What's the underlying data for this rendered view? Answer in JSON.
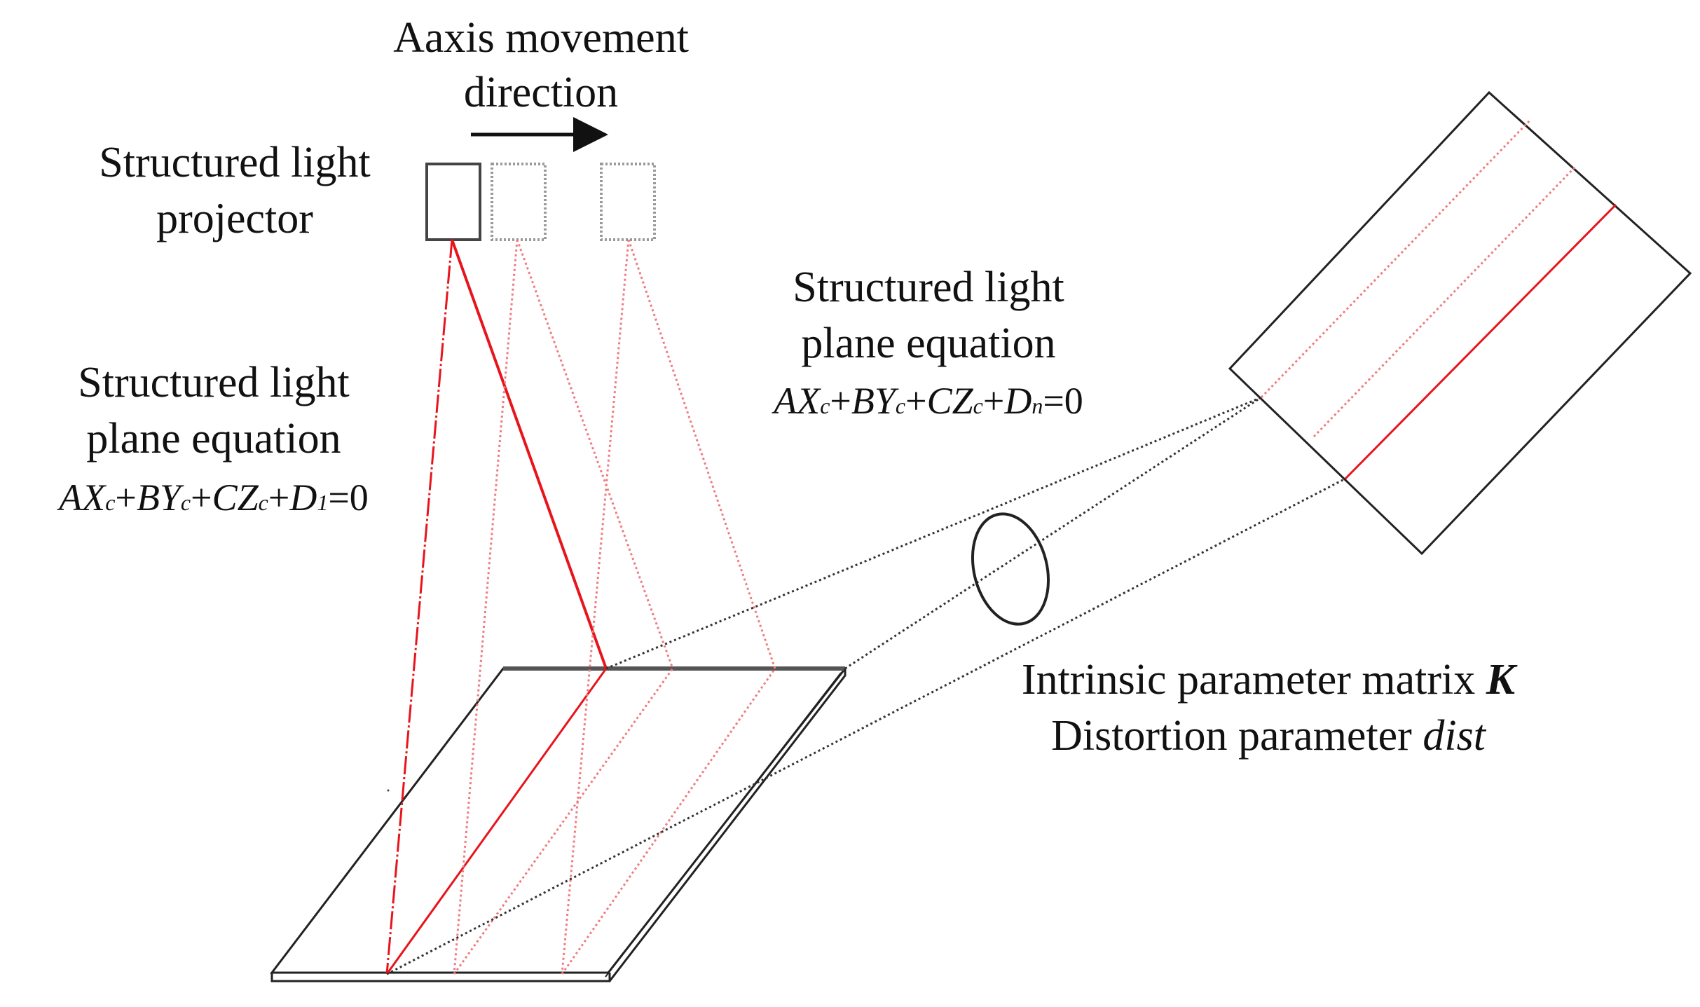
{
  "labels": {
    "axis_line1": "Aaxis movement",
    "axis_line2": "direction",
    "projector_line1": "Structured light",
    "projector_line2": "projector",
    "plane_left_line1": "Structured light",
    "plane_left_line2": "plane equation",
    "plane_right_line1": "Structured light",
    "plane_right_line2": "plane equation",
    "intrinsic_text": "Intrinsic parameter matrix ",
    "intrinsic_symbol": "K",
    "distortion_text": "Distortion parameter ",
    "distortion_symbol": "dist"
  },
  "equation_left": {
    "A": "A",
    "X": "X",
    "c1": "c",
    "plus1": "+",
    "B": "B",
    "Y": "Y",
    "c2": "c",
    "plus2": "+",
    "C": "C",
    "Z": "Z",
    "c3": "c",
    "plus3": "+",
    "D": "D",
    "sub": "1",
    "rhs": "=0"
  },
  "equation_right": {
    "A": "A",
    "X": "X",
    "c1": "c",
    "plus1": "+",
    "B": "B",
    "Y": "Y",
    "c2": "c",
    "plus2": "+",
    "C": "C",
    "Z": "Z",
    "c3": "c",
    "plus3": "+",
    "D": "D",
    "sub": "n",
    "rhs": "=0"
  },
  "colors": {
    "laser": "#e8141c",
    "laser_faint": "#f07a7f",
    "outline": "#222222",
    "outline_light": "#9a9a9a"
  }
}
